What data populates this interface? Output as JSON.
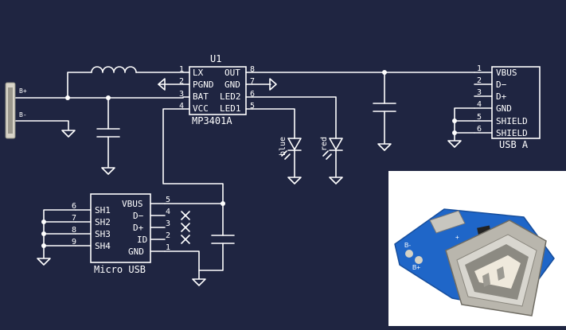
{
  "colors": {
    "background": "#1f2541",
    "wire": "#ffffff",
    "pcb": "#1f66c8",
    "metal": "#b9b6ad"
  },
  "u1": {
    "ref": "U1",
    "part": "MP3401A",
    "left_pins": [
      {
        "num": "1",
        "name": "LX"
      },
      {
        "num": "2",
        "name": "PGND"
      },
      {
        "num": "3",
        "name": "BAT"
      },
      {
        "num": "4",
        "name": "VCC"
      }
    ],
    "right_pins": [
      {
        "num": "8",
        "name": "OUT"
      },
      {
        "num": "7",
        "name": "GND"
      },
      {
        "num": "6",
        "name": "LED2"
      },
      {
        "num": "5",
        "name": "LED1"
      }
    ]
  },
  "battery": {
    "pos": "B+",
    "neg": "B-"
  },
  "leds": {
    "blue": "blue",
    "red": "red"
  },
  "usb_a": {
    "label": "USB A",
    "pins": [
      {
        "num": "1",
        "name": "VBUS"
      },
      {
        "num": "2",
        "name": "D−"
      },
      {
        "num": "3",
        "name": "D+"
      },
      {
        "num": "4",
        "name": "GND"
      },
      {
        "num": "5",
        "name": "SHIELD"
      },
      {
        "num": "6",
        "name": "SHIELD"
      }
    ]
  },
  "micro_usb": {
    "label": "Micro USB",
    "left_pins": [
      {
        "num": "6",
        "name": "SH1"
      },
      {
        "num": "7",
        "name": "SH2"
      },
      {
        "num": "8",
        "name": "SH3"
      },
      {
        "num": "9",
        "name": "SH4"
      }
    ],
    "right_pins": [
      {
        "num": "5",
        "name": "VBUS"
      },
      {
        "num": "4",
        "name": "D−"
      },
      {
        "num": "3",
        "name": "D+"
      },
      {
        "num": "2",
        "name": "ID"
      },
      {
        "num": "1",
        "name": "GND"
      }
    ]
  },
  "photo": {
    "pcb_text_plus": "+",
    "pcb_text_bminus": "B-",
    "pcb_text_bplus": "B+"
  }
}
